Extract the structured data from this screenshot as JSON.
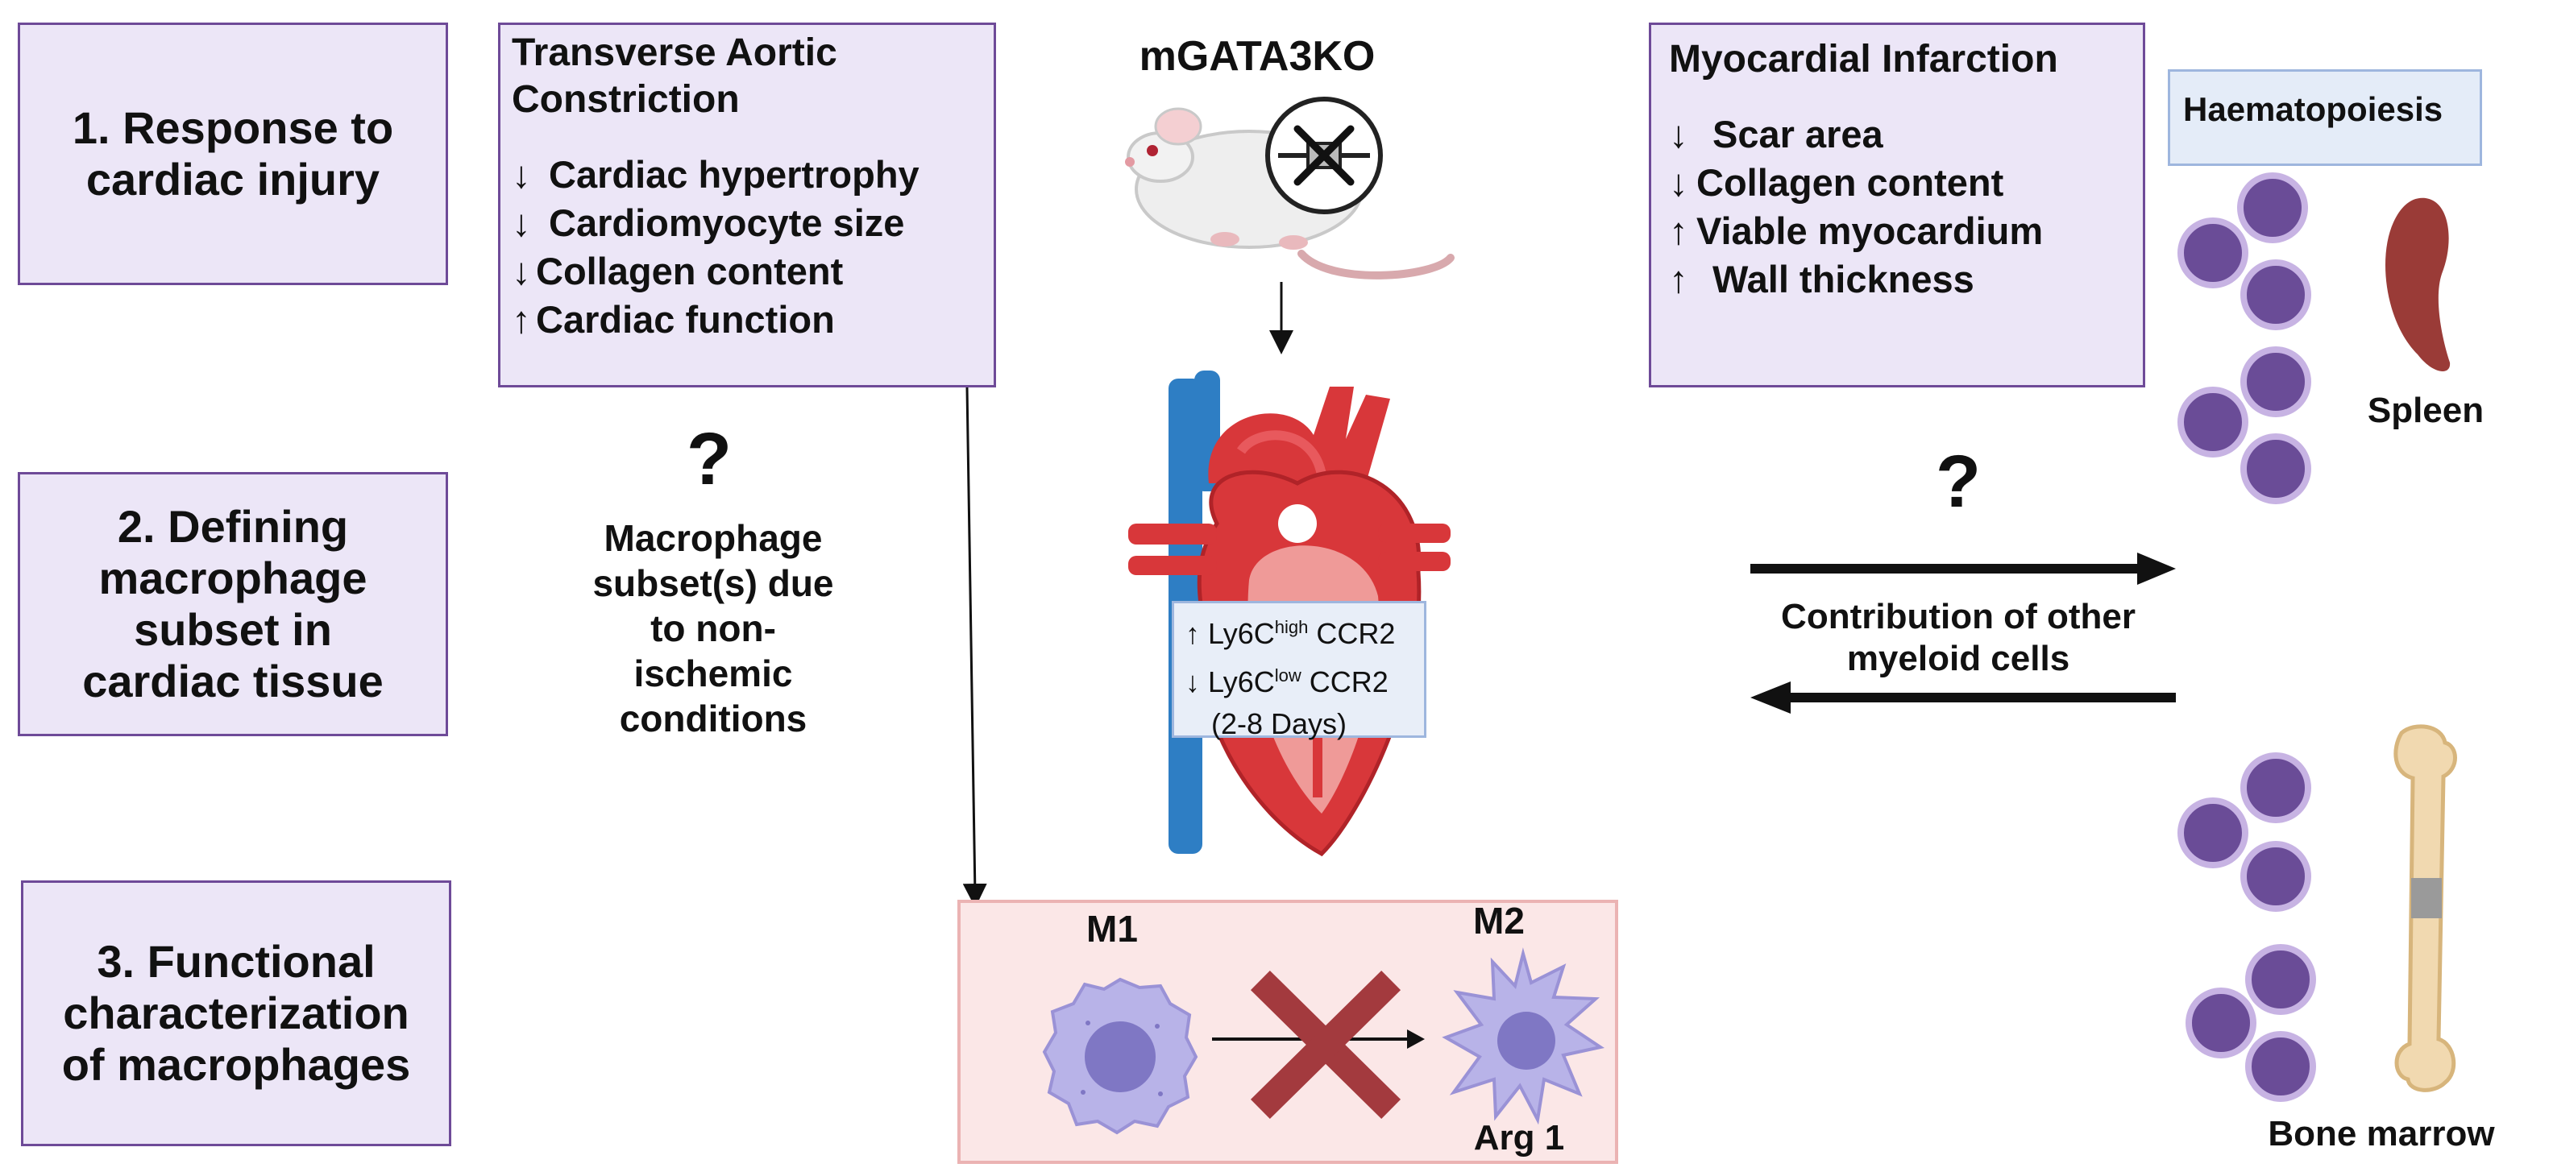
{
  "aims": [
    {
      "label": "1.  Response to\ncardiac injury"
    },
    {
      "label": "2. Defining\nmacrophage\nsubset in\ncardiac tissue"
    },
    {
      "label": "3. Functional\ncharacterization\nof macrophages"
    }
  ],
  "tac": {
    "title": "Transverse Aortic\nConstriction",
    "effects": [
      {
        "arrow": "↓",
        "text": "Cardiac hypertrophy"
      },
      {
        "arrow": "↓",
        "text": "Cardiomyocyte size"
      },
      {
        "arrow": "↓",
        "text": "Collagen content"
      },
      {
        "arrow": "↑",
        "text": "Cardiac function"
      }
    ]
  },
  "mi": {
    "title": "Myocardial Infarction",
    "effects": [
      {
        "arrow": "↓",
        "text": "Scar area"
      },
      {
        "arrow": "↓",
        "text": "Collagen content"
      },
      {
        "arrow": "↑",
        "text": "Viable myocardium"
      },
      {
        "arrow": "↑",
        "text": "Wall thickness"
      }
    ]
  },
  "mouse_label": "mGATA3KO",
  "question_mark": "?",
  "macrophage_question": "Macrophage\nsubset(s) due\nto non-\nischemic\nconditions",
  "heart_info": {
    "line1_prefix": "Ly6C",
    "line1_sup": "high",
    "line1_suffix": " CCR2",
    "line2_prefix": "Ly6C",
    "line2_sup": "low",
    "line2_suffix": " CCR2",
    "line3": "(2-8 Days)",
    "arrow_up": "↑",
    "arrow_down": "↓"
  },
  "contribution_label": "Contribution of other\nmyeloid cells",
  "haematopoiesis_label": "Haematopoiesis",
  "spleen_label": "Spleen",
  "bone_marrow_label": "Bone marrow",
  "m1_label": "M1",
  "m2_label": "M2",
  "arg1_label": "Arg 1",
  "colors": {
    "box_fill": "#ece6f7",
    "box_border": "#6e4a98",
    "cell_fill": "#6a4c97",
    "cell_ring": "#c7b3e3",
    "spleen": "#9a3b37",
    "heart_red": "#d8373a",
    "vein_blue": "#2e7ec4",
    "macrophage_fill": "#b8b3e8",
    "cross_red": "#a33a3e",
    "panel_fill": "#fbe7e7"
  }
}
